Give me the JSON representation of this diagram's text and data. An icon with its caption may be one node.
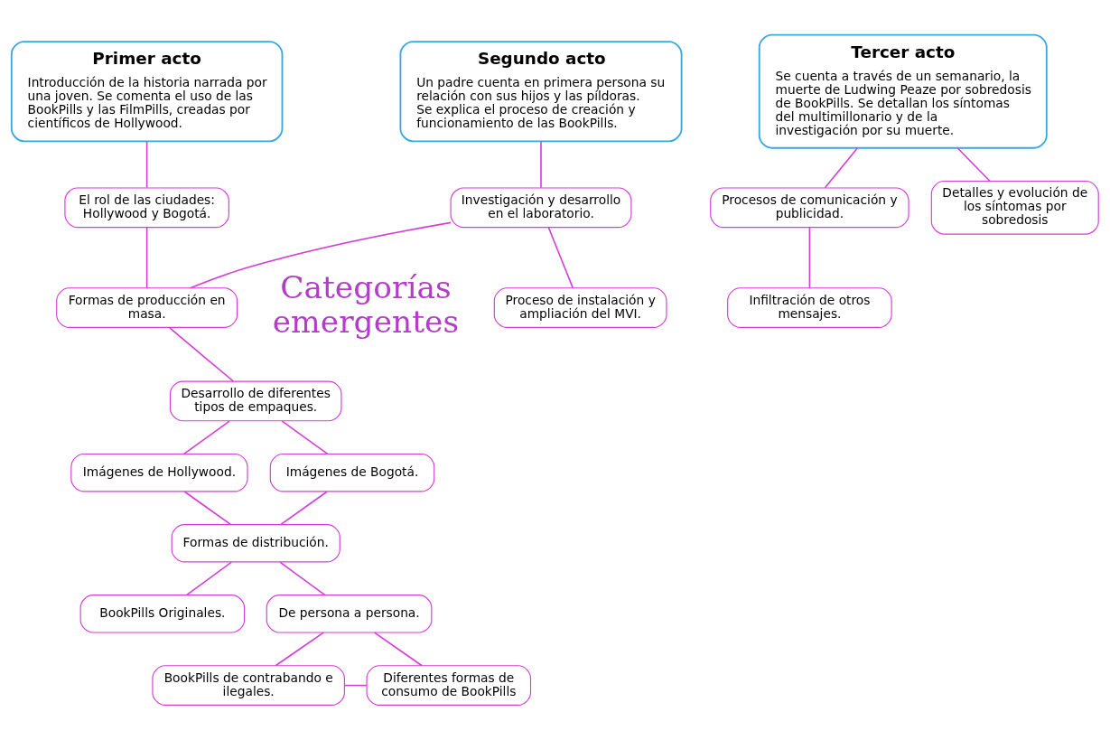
{
  "diagram": {
    "nodes": [
      {
        "text": [
          "Primer acto",
          "Introducción de la historia narrada por una joven. Se comenta el uso de las BookPills y las FilmPills, creadas por científicos de Hollywood."
        ]
      },
      {
        "text": [
          "Segundo acto",
          "Un padre cuenta en primera persona su relación con sus hijos y las píldoras. Se explica el proceso de creación y funcionamiento de las BookPills."
        ]
      },
      {
        "text": [
          "Tercer acto",
          "Se cuenta a través de un semanario, la muerte de Ludwing Peaze por sobredosis de BookPills. Se detallan los síntomas del multimillonario y de la investigación por su muerte."
        ]
      },
      {
        "text": [
          "El rol de las ciudades: Hollywood y Bogotá."
        ]
      },
      {
        "text": [
          "Investigación y desarrollo en el laboratorio."
        ]
      },
      {
        "text": [
          "Procesos de comunicación y publicidad."
        ]
      },
      {
        "text": [
          "Detalles y evolución de los síntomas por sobredosis"
        ]
      },
      {
        "text": [
          "Formas de producción en masa."
        ]
      },
      {
        "text": [
          "Proceso de instalación y ampliación del MVI."
        ]
      },
      {
        "text": [
          "Infiltración de otros mensajes."
        ]
      },
      {
        "text": [
          "Desarrollo de diferentes tipos de empaques."
        ]
      },
      {
        "text": [
          "Imágenes de Hollywood."
        ]
      },
      {
        "text": [
          "Imágenes de Bogotá."
        ]
      },
      {
        "text": [
          "Formas de distribución."
        ]
      },
      {
        "text": [
          "BookPills Originales."
        ]
      },
      {
        "text": [
          "De persona a persona."
        ]
      },
      {
        "text": [
          "Diferentes formas de consumo de BookPills"
        ]
      },
      {
        "text": [
          "BookPills de contrabando e ilegales."
        ]
      }
    ],
    "edges": [
      {
        "from": 0,
        "to": 3,
        "arrow": "none"
      },
      {
        "from": 1,
        "to": 4,
        "arrow": "none"
      },
      {
        "from": 2,
        "to": 5,
        "arrow": "none"
      },
      {
        "from": 2,
        "to": 6,
        "arrow": "none"
      },
      {
        "from": 3,
        "to": 7,
        "arrow": "none"
      },
      {
        "from": 4,
        "to": 7,
        "arrow": "none"
      },
      {
        "from": 4,
        "to": 8,
        "arrow": "none"
      },
      {
        "from": 5,
        "to": 9,
        "arrow": "none"
      },
      {
        "from": 7,
        "to": 10,
        "arrow": "none"
      },
      {
        "from": 10,
        "to": 11,
        "arrow": "none"
      },
      {
        "from": 10,
        "to": 12,
        "arrow": "none"
      },
      {
        "from": 11,
        "to": 13,
        "arrow": "none"
      },
      {
        "from": 12,
        "to": 13,
        "arrow": "none"
      },
      {
        "from": 13,
        "to": 14,
        "arrow": "none"
      },
      {
        "from": 13,
        "to": 15,
        "arrow": "none"
      },
      {
        "from": 15,
        "to": 17,
        "arrow": "none"
      },
      {
        "from": 15,
        "to": 16,
        "arrow": "none"
      },
      {
        "from": 17,
        "to": 16,
        "arrow": "none"
      }
    ],
    "labels": [
      "Categorías emergentes"
    ]
  }
}
